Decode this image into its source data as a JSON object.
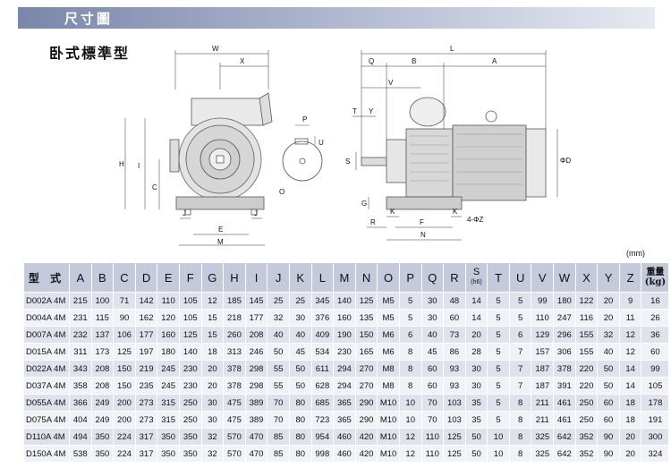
{
  "header": {
    "title": "尺寸圖",
    "subtitle": "卧式標準型"
  },
  "unit": "(mm)",
  "drawing": {
    "front_labels": [
      "W",
      "X",
      "H",
      "I",
      "C",
      "J",
      "J",
      "E",
      "M"
    ],
    "shaft_labels": [
      "P",
      "U",
      "O"
    ],
    "side_labels": [
      "L",
      "Q",
      "B",
      "A",
      "V",
      "T",
      "Y",
      "S",
      "ΦD",
      "G",
      "R",
      "K",
      "K",
      "4-ΦZ",
      "F",
      "N"
    ]
  },
  "table": {
    "headers": [
      {
        "l": "型 式",
        "s": ""
      },
      {
        "l": "A",
        "s": ""
      },
      {
        "l": "B",
        "s": ""
      },
      {
        "l": "C",
        "s": ""
      },
      {
        "l": "D",
        "s": ""
      },
      {
        "l": "E",
        "s": ""
      },
      {
        "l": "F",
        "s": ""
      },
      {
        "l": "G",
        "s": ""
      },
      {
        "l": "H",
        "s": ""
      },
      {
        "l": "I",
        "s": ""
      },
      {
        "l": "J",
        "s": ""
      },
      {
        "l": "K",
        "s": ""
      },
      {
        "l": "L",
        "s": ""
      },
      {
        "l": "M",
        "s": ""
      },
      {
        "l": "N",
        "s": ""
      },
      {
        "l": "O",
        "s": ""
      },
      {
        "l": "P",
        "s": ""
      },
      {
        "l": "Q",
        "s": ""
      },
      {
        "l": "R",
        "s": ""
      },
      {
        "l": "S",
        "s": "(h6)"
      },
      {
        "l": "T",
        "s": ""
      },
      {
        "l": "U",
        "s": ""
      },
      {
        "l": "V",
        "s": ""
      },
      {
        "l": "W",
        "s": ""
      },
      {
        "l": "X",
        "s": ""
      },
      {
        "l": "Y",
        "s": ""
      },
      {
        "l": "Z",
        "s": ""
      },
      {
        "l": "重量",
        "s": "(kg)"
      }
    ],
    "rows": [
      [
        "D002A 4M",
        "215",
        "100",
        "71",
        "142",
        "110",
        "105",
        "12",
        "185",
        "145",
        "25",
        "25",
        "345",
        "140",
        "125",
        "M5",
        "5",
        "30",
        "48",
        "14",
        "5",
        "5",
        "99",
        "180",
        "122",
        "20",
        "9",
        "16"
      ],
      [
        "D004A 4M",
        "231",
        "115",
        "90",
        "162",
        "120",
        "105",
        "15",
        "218",
        "177",
        "32",
        "30",
        "376",
        "160",
        "135",
        "M5",
        "5",
        "30",
        "60",
        "14",
        "5",
        "5",
        "110",
        "247",
        "116",
        "20",
        "11",
        "26"
      ],
      [
        "D007A 4M",
        "232",
        "137",
        "106",
        "177",
        "160",
        "125",
        "15",
        "260",
        "208",
        "40",
        "40",
        "409",
        "190",
        "150",
        "M6",
        "6",
        "40",
        "73",
        "20",
        "5",
        "6",
        "129",
        "296",
        "155",
        "32",
        "12",
        "36"
      ],
      [
        "D015A 4M",
        "311",
        "173",
        "125",
        "197",
        "180",
        "140",
        "18",
        "313",
        "246",
        "50",
        "45",
        "534",
        "230",
        "165",
        "M6",
        "8",
        "45",
        "86",
        "28",
        "5",
        "7",
        "157",
        "306",
        "155",
        "40",
        "12",
        "60"
      ],
      [
        "D022A 4M",
        "343",
        "208",
        "150",
        "219",
        "245",
        "230",
        "20",
        "378",
        "298",
        "55",
        "50",
        "611",
        "294",
        "270",
        "M8",
        "8",
        "60",
        "93",
        "30",
        "5",
        "7",
        "187",
        "378",
        "220",
        "50",
        "14",
        "99"
      ],
      [
        "D037A 4M",
        "358",
        "208",
        "150",
        "235",
        "245",
        "230",
        "20",
        "378",
        "298",
        "55",
        "50",
        "628",
        "294",
        "270",
        "M8",
        "8",
        "60",
        "93",
        "30",
        "5",
        "7",
        "187",
        "391",
        "220",
        "50",
        "14",
        "105"
      ],
      [
        "D055A 4M",
        "366",
        "249",
        "200",
        "273",
        "315",
        "250",
        "30",
        "475",
        "389",
        "70",
        "80",
        "685",
        "365",
        "290",
        "M10",
        "10",
        "70",
        "103",
        "35",
        "5",
        "8",
        "211",
        "461",
        "250",
        "60",
        "18",
        "178"
      ],
      [
        "D075A 4M",
        "404",
        "249",
        "200",
        "273",
        "315",
        "250",
        "30",
        "475",
        "389",
        "70",
        "80",
        "723",
        "365",
        "290",
        "M10",
        "10",
        "70",
        "103",
        "35",
        "5",
        "8",
        "211",
        "461",
        "250",
        "60",
        "18",
        "191"
      ],
      [
        "D110A 4M",
        "494",
        "350",
        "224",
        "317",
        "350",
        "350",
        "32",
        "570",
        "470",
        "85",
        "80",
        "954",
        "460",
        "420",
        "M10",
        "12",
        "110",
        "125",
        "50",
        "10",
        "8",
        "325",
        "642",
        "352",
        "90",
        "20",
        "300"
      ],
      [
        "D150A 4M",
        "538",
        "350",
        "224",
        "317",
        "350",
        "350",
        "32",
        "570",
        "470",
        "85",
        "80",
        "998",
        "460",
        "420",
        "M10",
        "12",
        "110",
        "125",
        "50",
        "10",
        "8",
        "325",
        "642",
        "352",
        "90",
        "20",
        "324"
      ]
    ]
  }
}
